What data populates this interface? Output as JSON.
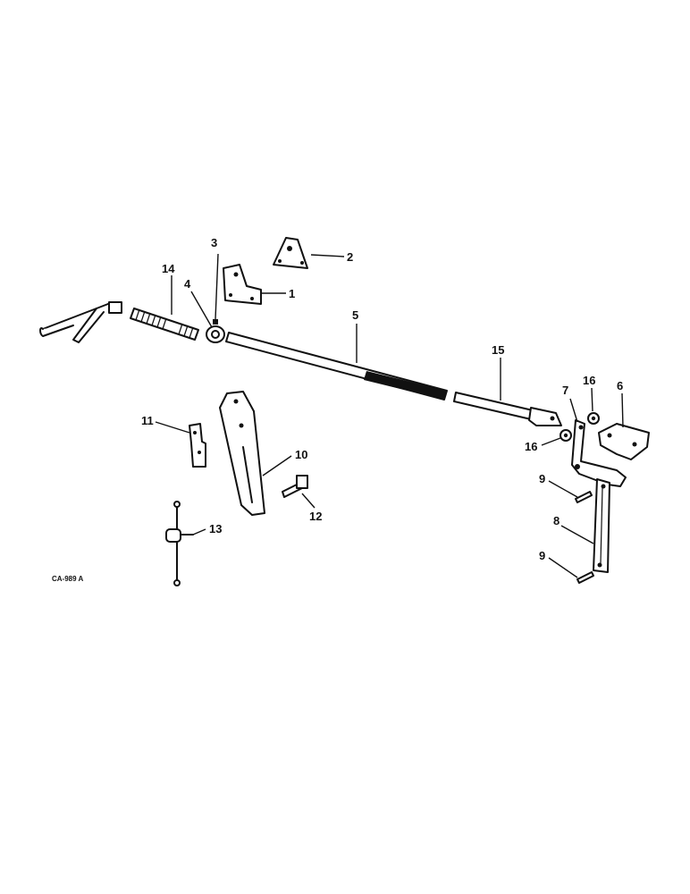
{
  "figure_code": "CA-989 A",
  "callouts": [
    {
      "id": "1",
      "label": "1"
    },
    {
      "id": "2",
      "label": "2"
    },
    {
      "id": "3",
      "label": "3"
    },
    {
      "id": "4",
      "label": "4"
    },
    {
      "id": "5",
      "label": "5"
    },
    {
      "id": "6",
      "label": "6"
    },
    {
      "id": "7",
      "label": "7"
    },
    {
      "id": "8",
      "label": "8"
    },
    {
      "id": "9a",
      "label": "9"
    },
    {
      "id": "9b",
      "label": "9"
    },
    {
      "id": "10",
      "label": "10"
    },
    {
      "id": "11",
      "label": "11"
    },
    {
      "id": "12",
      "label": "12"
    },
    {
      "id": "13",
      "label": "13"
    },
    {
      "id": "14",
      "label": "14"
    },
    {
      "id": "15",
      "label": "15"
    },
    {
      "id": "16a",
      "label": "16"
    },
    {
      "id": "16b",
      "label": "16"
    }
  ]
}
